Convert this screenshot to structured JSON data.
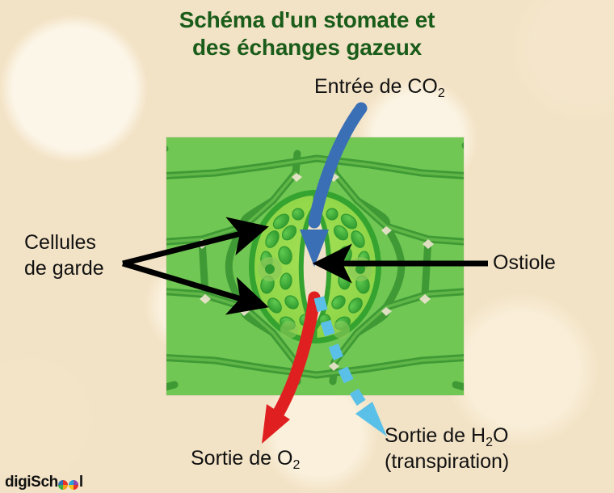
{
  "page": {
    "title_line1": "Schéma d'un stomate et",
    "title_line2": "des échanges gazeux",
    "title_color": "#1a5c1a",
    "background_color": "#f3e3c6"
  },
  "labels": {
    "co2": {
      "text": "Entrée de CO",
      "sub": "2",
      "full": "Entrée de CO2"
    },
    "guard_cells_line1": "Cellules",
    "guard_cells_line2": "de garde",
    "ostiole": "Ostiole",
    "o2": {
      "text": "Sortie de O",
      "sub": "2",
      "full": "Sortie de O2"
    },
    "h2o_line1a": "Sortie de H",
    "h2o_sub": "2",
    "h2o_line1b": "O",
    "h2o_line2": "(transpiration)"
  },
  "arrows": {
    "co2_color": "#3a6fb5",
    "o2_color": "#e02020",
    "h2o_color": "#5bc0e8",
    "pointer_color": "#000000",
    "h2o_style": "dashed"
  },
  "diagram": {
    "name": "stomate-micrograph",
    "epidermal_cell_fill": "#71c754",
    "epidermal_cell_wall": "#3f9a35",
    "guard_cell_fill": "#93d94a",
    "guard_cell_wall": "#35a32f",
    "chloroplast_color": "#3db33d",
    "ostiole_fill": "#f0e2c8"
  },
  "branding": {
    "logo_text_a": "digiSch",
    "logo_text_b": "l",
    "logo_icon": "two-color-wheel-dots"
  }
}
